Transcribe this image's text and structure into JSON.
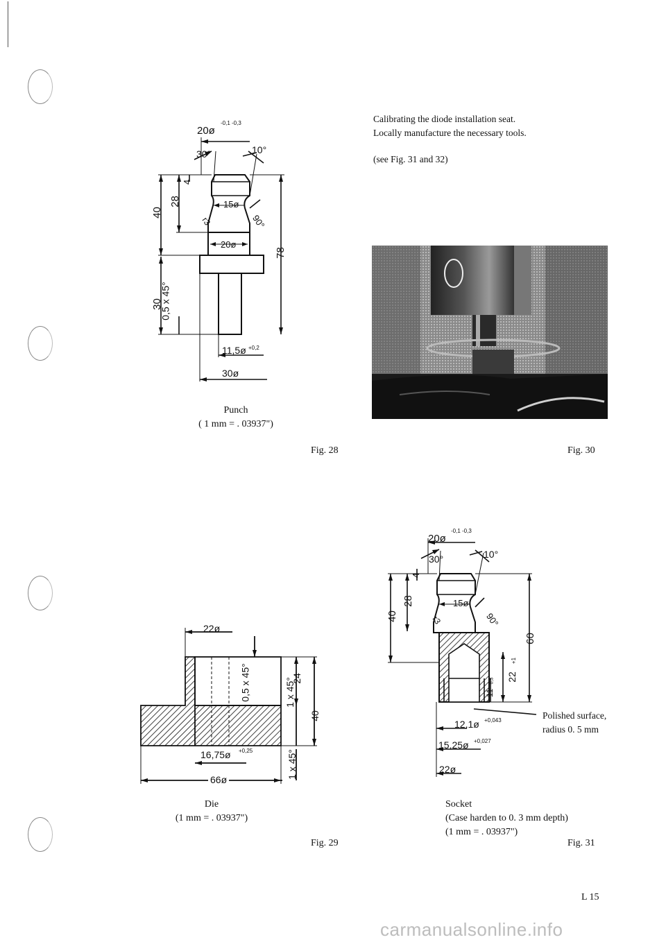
{
  "intro": {
    "line1": "Calibrating the diode installation seat.",
    "line2": "Locally manufacture the necessary tools.",
    "line3": "(see Fig. 31 and 32)"
  },
  "fig28": {
    "fig_label": "Fig. 28",
    "caption_title": "Punch",
    "caption_scale": "( 1 mm = . 03937\")",
    "dims": {
      "top_dia": "20ø",
      "top_tol": "-0,1 -0,3",
      "angle_30": "30°",
      "angle_10": "10°",
      "neck_dia": "15ø",
      "r_label": "r3",
      "angle_90": "90°",
      "mid_dia": "20ø",
      "len_40": "40",
      "len_28": "28",
      "len_4": "4",
      "len_78": "78",
      "len_30": "30",
      "chamfer": "0,5 x 45°",
      "pin_dia": "11,5ø",
      "pin_tol": "+0,2",
      "flange_dia": "30ø"
    }
  },
  "fig29": {
    "fig_label": "Fig. 29",
    "caption_title": "Die",
    "caption_scale": "(1 mm = . 03937\")",
    "dims": {
      "top_dia": "22ø",
      "bore_dia": "16,75ø",
      "bore_tol": "+0,25",
      "outer_dia": "66ø",
      "chamfer_small": "0,5 x 45°",
      "chamfer_1a": "1 x 45°",
      "len_24": "24",
      "len_40": "40",
      "chamfer_1b": "1 x 45°"
    }
  },
  "fig30": {
    "fig_label": "Fig. 30"
  },
  "fig31": {
    "fig_label": "Fig. 31",
    "caption_title": "Socket",
    "caption_note": "(Case harden to 0. 3 mm depth)",
    "caption_scale": "(1 mm = . 03937\")",
    "note_line1": "Polished surface,",
    "note_line2": "radius 0. 5 mm",
    "dims": {
      "top_dia": "20ø",
      "top_tol": "-0,1 -0,3",
      "angle_30": "30°",
      "angle_10": "10°",
      "neck_dia": "15ø",
      "r_label": "r3",
      "angle_90": "90°",
      "len_40": "40",
      "len_28": "28",
      "len_4": "4",
      "len_60": "60",
      "len_22": "22",
      "len_22_tol": "+1",
      "len_11": "11",
      "len_11_tol": "0,3",
      "dia_12": "12,1ø",
      "dia_12_tol": "+0,043",
      "dia_15": "15,25ø",
      "dia_15_tol": "+0,027",
      "dia_22": "22ø"
    }
  },
  "page_number": "L 15",
  "watermark": "carmanualsonline.info"
}
